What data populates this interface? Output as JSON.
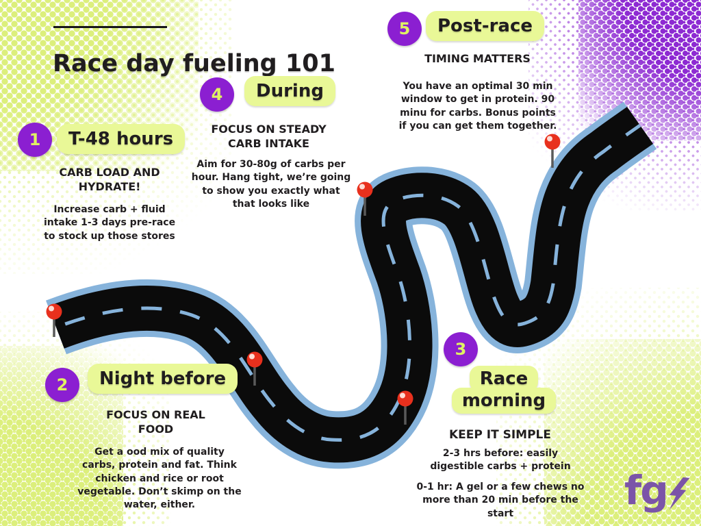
{
  "title": {
    "text": "Race day fueling 101"
  },
  "stops": [
    {
      "number": "1",
      "title": "T-48 hours",
      "subtitle": "CARB LOAD AND HYDRATE!",
      "body": "Increase carb + fluid intake 1-3 days pre-race to stock up those stores"
    },
    {
      "number": "2",
      "title": "Night before",
      "subtitle": "FOCUS ON REAL FOOD",
      "body": "Get a ood mix of quality carbs, protein and fat. Think chicken and rice or root vegetable. Don’t skimp on the water, either."
    },
    {
      "number": "3",
      "title_line1": "Race",
      "title_line2": "morning",
      "subtitle": "KEEP IT SIMPLE",
      "body": "2-3 hrs before: easily digestible carbs + protein",
      "body2": "0-1 hr: A gel or a few chews no more than 20 min before the start"
    },
    {
      "number": "4",
      "title": "During",
      "subtitle": "FOCUS ON STEADY CARB INTAKE",
      "body": "Aim for 30-80g of carbs per hour. Hang tight, we’re going to show you exactly what that looks like"
    },
    {
      "number": "5",
      "title": "Post-race",
      "subtitle": "TIMING MATTERS",
      "body": "You have an optimal 30 min window  to get in protein. 90 minu for carbs. Bonus points if you can get them together."
    }
  ],
  "logo": {
    "text": "fg",
    "bolt_icon": "lightning-bolt"
  },
  "graphics": {
    "road": "winding-road",
    "markers": "red-map-pins",
    "marker_count": 5
  },
  "colors": {
    "lime_box": "#e9f897",
    "lime_dot": "#dcef7c",
    "purple": "#8b1fd1",
    "purple_dot": "#8d2ad2",
    "number_text": "#dff263",
    "road_black": "#0b0b0b",
    "road_blue": "#86b3db",
    "pin_red": "#e8301d",
    "logo_purple": "#7b54a8",
    "text": "#201d1f"
  }
}
